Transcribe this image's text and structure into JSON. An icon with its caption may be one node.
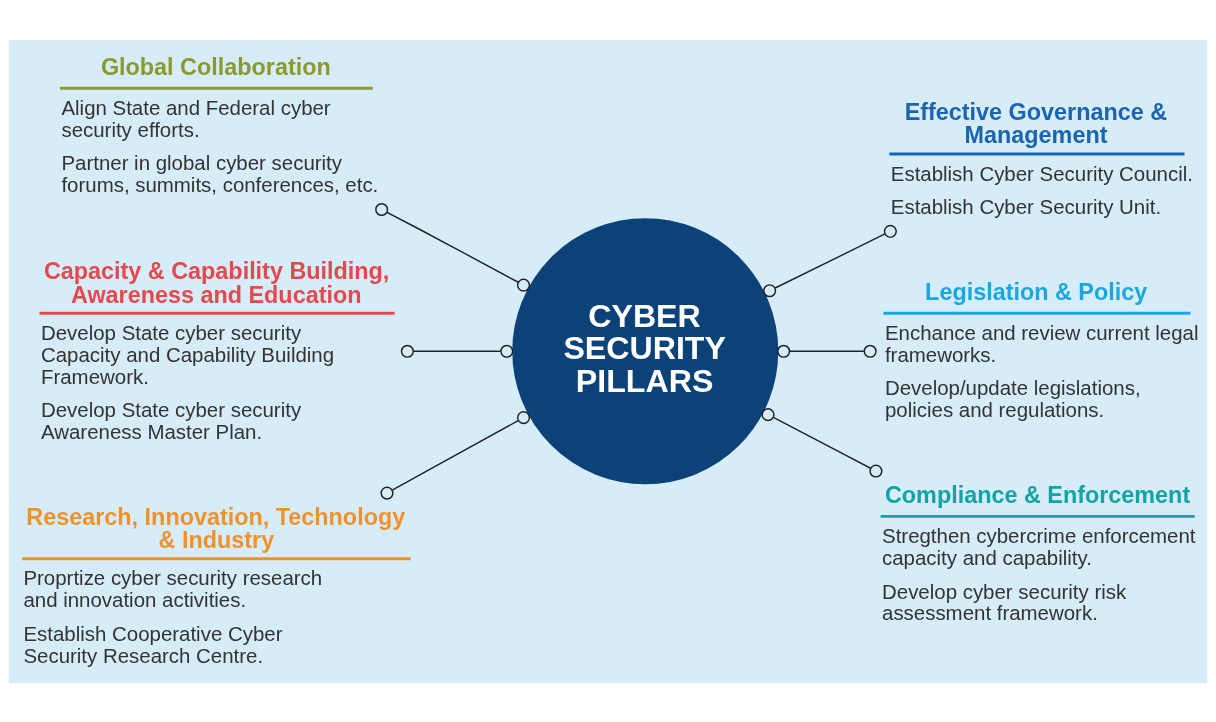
{
  "diagram": {
    "nodes": [
      {
        "text": [
          "CYBER SECURITY PILLARS"
        ]
      },
      {
        "text": [
          "Global Collaboration",
          "Align State and Federal cyber security efforts.",
          "Partner in global cyber security forums, summits, conferences, etc."
        ]
      },
      {
        "text": [
          "Effective Governance & Management",
          "Establish Cyber Security Council.",
          "Establish Cyber Security Unit."
        ]
      },
      {
        "text": [
          "Capacity & Capability Building, Awareness and Education",
          "Develop State cyber security Capacity and Capability Building Framework.",
          "Develop State cyber security Awareness Master Plan."
        ]
      },
      {
        "text": [
          "Legislation & Policy",
          "Enchance and review current legal frameworks.",
          "Develop/update legislations, policies and regulations."
        ]
      },
      {
        "text": [
          "Research, Innovation, Technology & Industry",
          "Proprtize cyber security research and innovation activities.",
          "Establish Cooperative Cyber Security Research Centre."
        ]
      },
      {
        "text": [
          "Compliance & Enforcement",
          "Stregthen cybercrime enforcement capacity and capability.",
          "Develop cyber security risk assessment framework."
        ]
      }
    ],
    "edges": [
      {
        "from": 1,
        "to": 0,
        "arrow": "other"
      },
      {
        "from": 0,
        "to": 2,
        "arrow": "other"
      },
      {
        "from": 3,
        "to": 0,
        "arrow": "other"
      },
      {
        "from": 0,
        "to": 4,
        "arrow": "other"
      },
      {
        "from": 5,
        "to": 0,
        "arrow": "other"
      },
      {
        "from": 0,
        "to": 6,
        "arrow": "other"
      }
    ]
  }
}
